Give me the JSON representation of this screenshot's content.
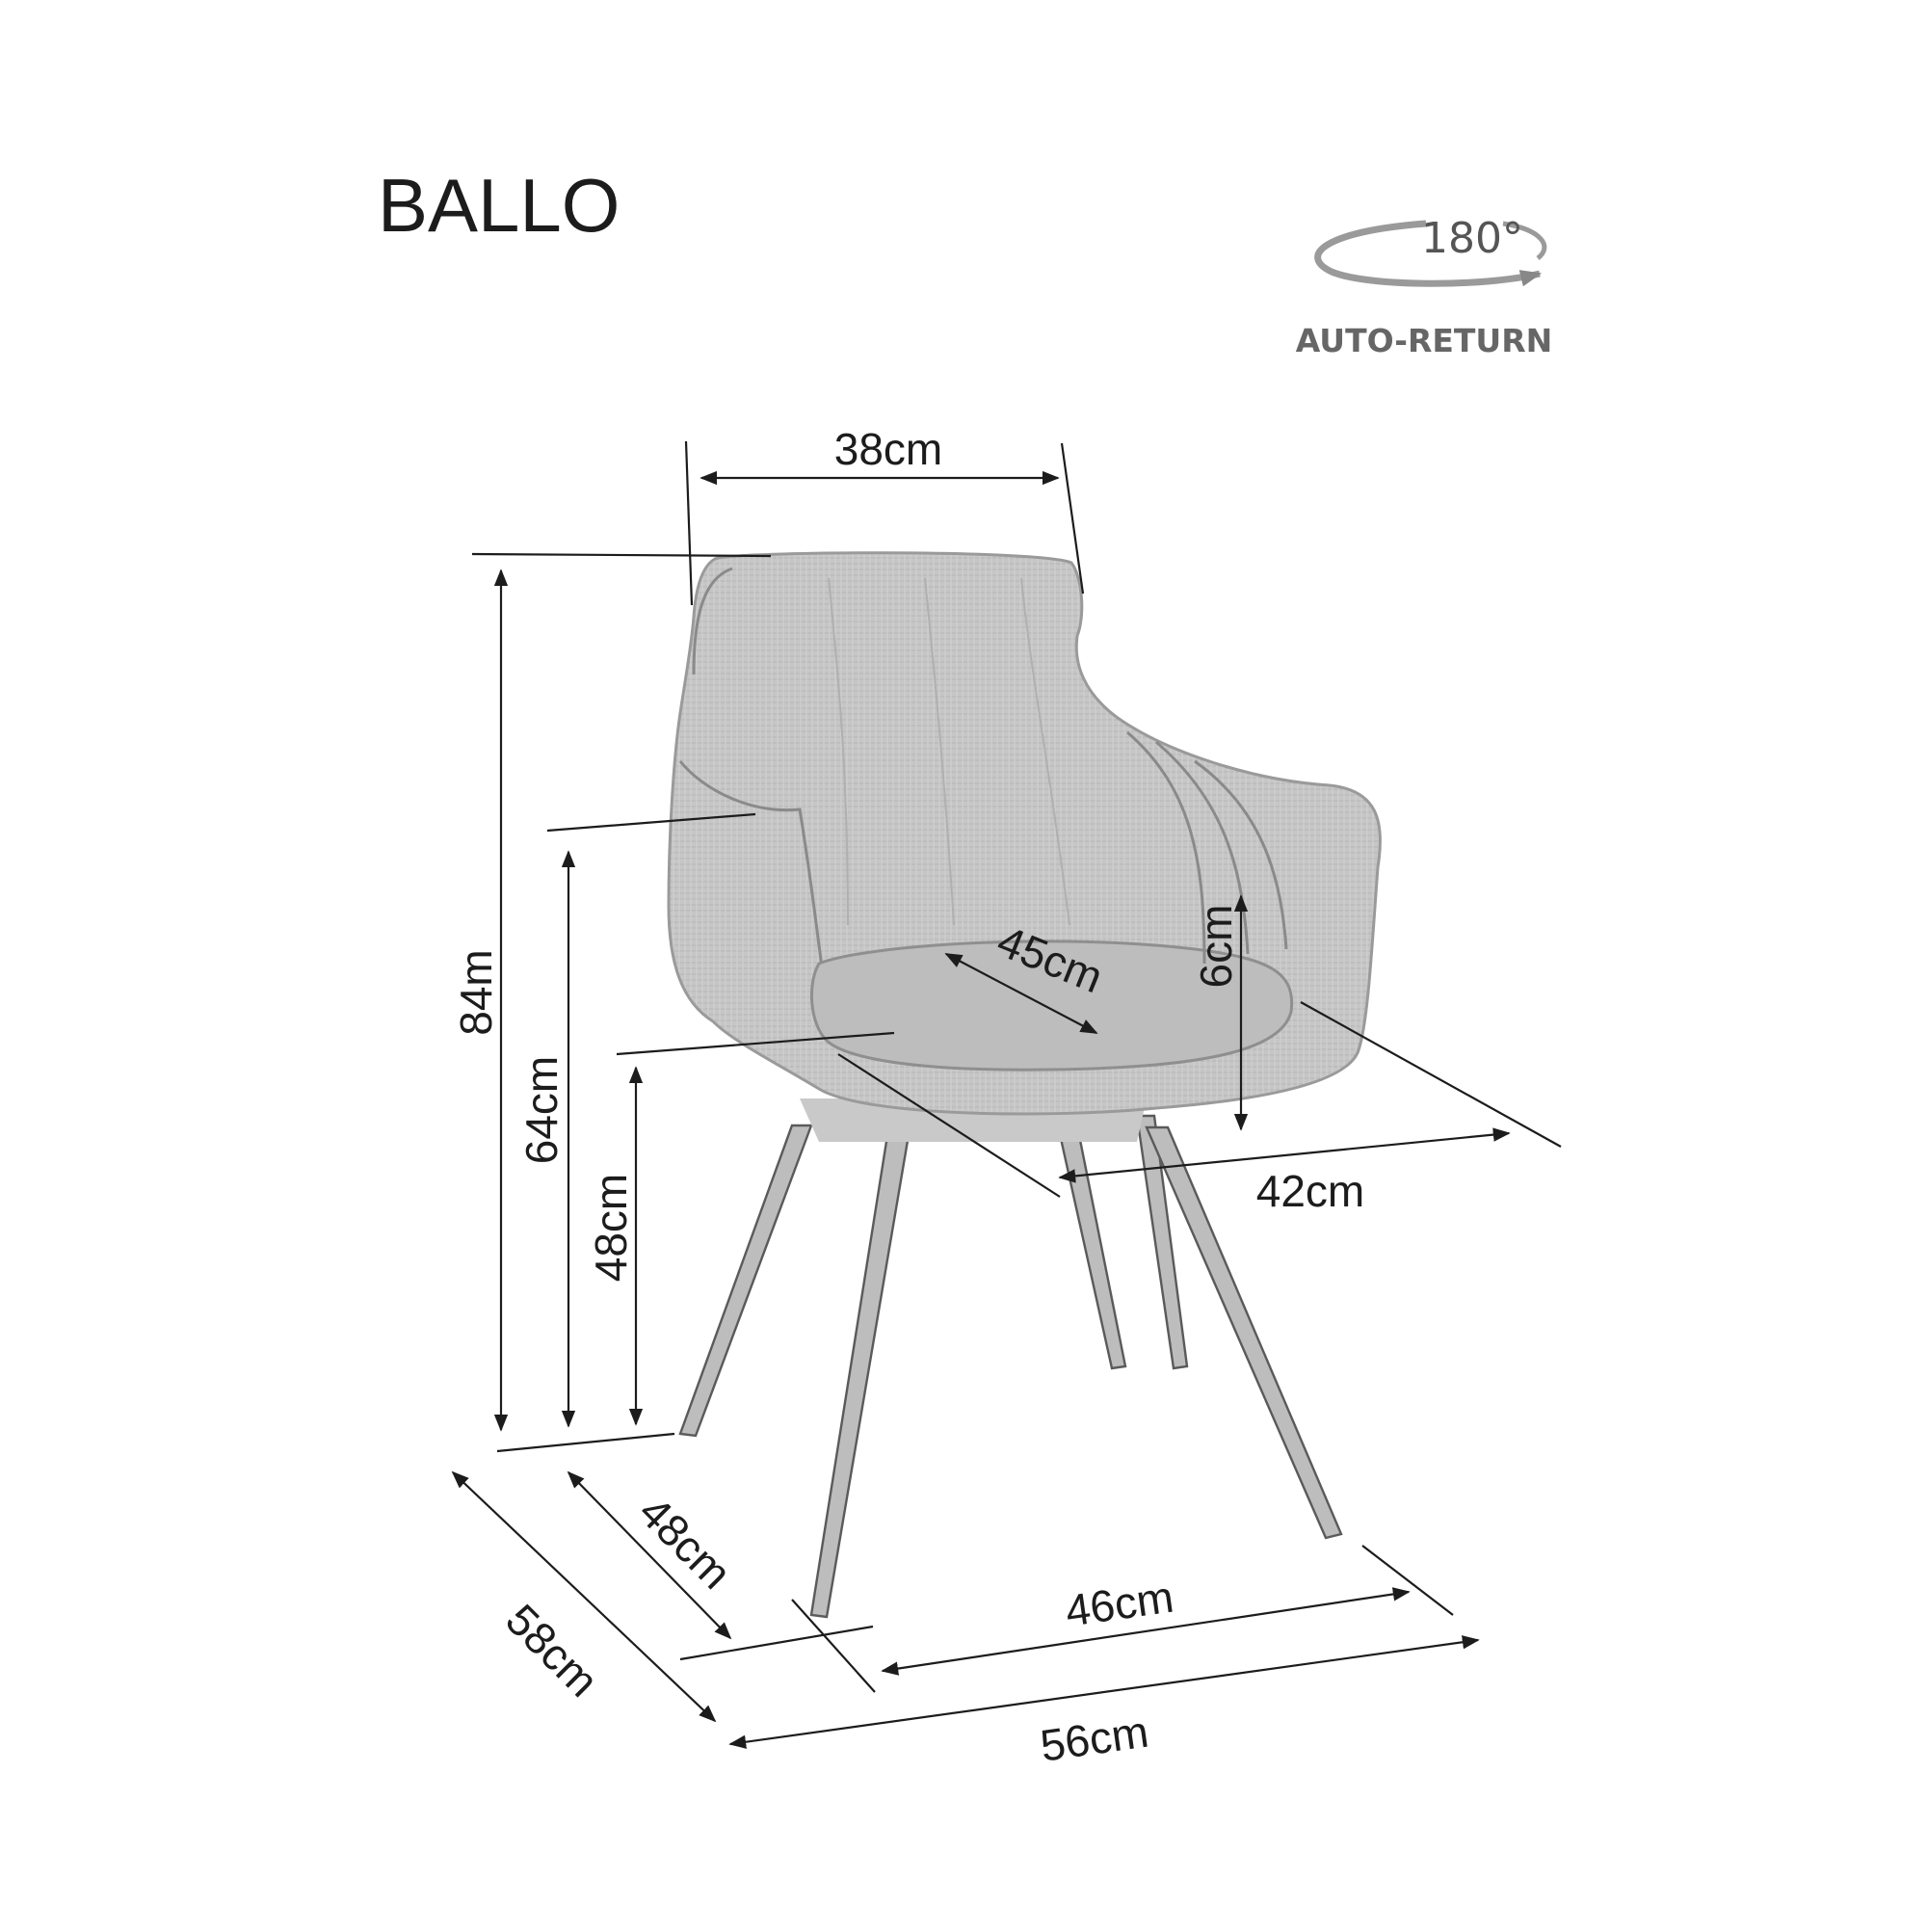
{
  "title": "BALLO",
  "rotation_badge": {
    "degrees": "180°",
    "label": "AUTO-RETURN",
    "icon": "rotation-arrow-icon"
  },
  "dimensions": {
    "back_width": "38cm",
    "total_height": "84m",
    "armrest_height": "64cm",
    "seat_height": "48cm",
    "seat_depth": "45cm",
    "seat_thickness": "6cm",
    "seat_width": "42cm",
    "leg_depth": "48cm",
    "total_depth": "58cm",
    "leg_width": "46cm",
    "total_width": "56cm"
  },
  "colors": {
    "ink": "#1c1c1c",
    "upholstery": "#c9c9c9",
    "badge_gray": "#666666"
  }
}
